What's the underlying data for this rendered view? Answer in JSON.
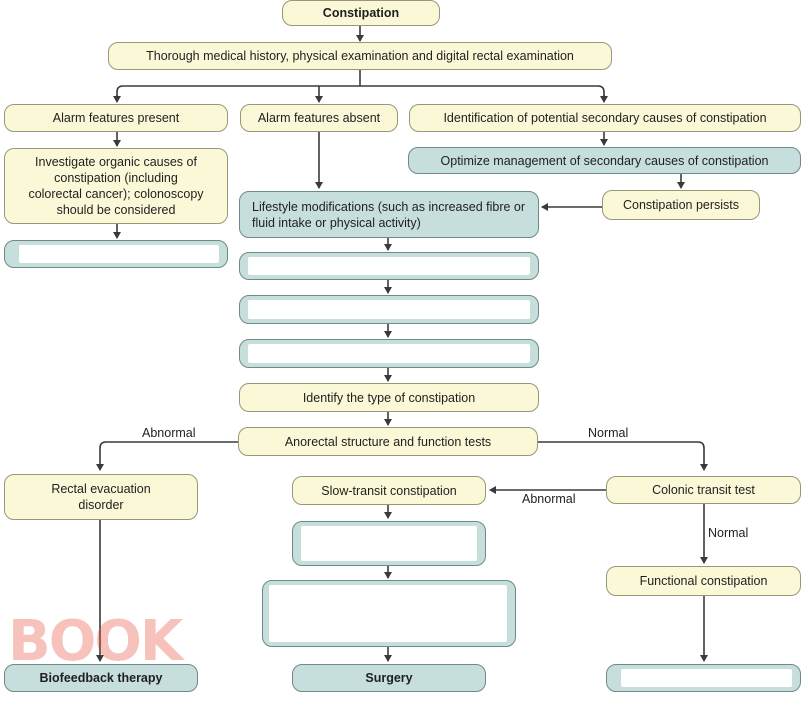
{
  "nodes": {
    "constipation": "Constipation",
    "history": "Thorough medical history, physical examination and digital rectal examination",
    "alarm_present": "Alarm features present",
    "alarm_absent": "Alarm features absent",
    "secondary_causes": "Identification of potential secondary causes of constipation",
    "investigate_organic": "Investigate organic causes of constipation (including colorectal cancer); colonoscopy should be considered",
    "optimize_management": "Optimize management of secondary causes of constipation",
    "lifestyle": "Lifestyle modifications (such as increased fibre or fluid intake or physical activity)",
    "constipation_persists": "Constipation persists",
    "identify_type": "Identify the type of constipation",
    "anorectal_tests": "Anorectal structure and function tests",
    "rectal_evacuation": "Rectal evacuation disorder",
    "slow_transit": "Slow-transit constipation",
    "colonic_transit": "Colonic transit test",
    "functional": "Functional constipation",
    "biofeedback": "Biofeedback therapy",
    "surgery": "Surgery"
  },
  "edge_labels": {
    "abnormal_left": "Abnormal",
    "normal_right": "Normal",
    "abnormal_middle": "Abnormal",
    "normal_down": "Normal"
  },
  "watermark": "BOOK",
  "colors": {
    "yellow_fill": "#fbf8d8",
    "teal_fill": "#c7dfdc",
    "arrow": "#3a3a3a"
  }
}
